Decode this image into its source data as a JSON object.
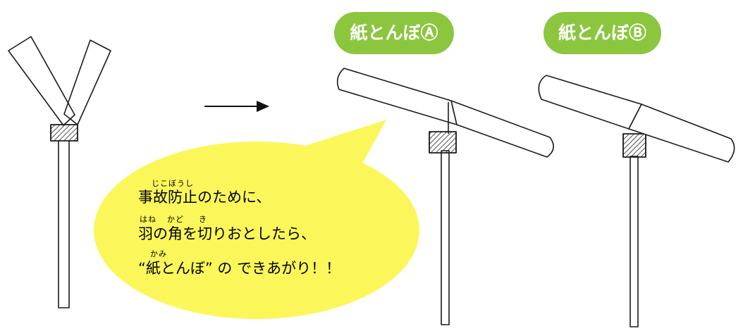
{
  "labels": {
    "dragonfly_a": "紙とんぼⒶ",
    "dragonfly_b": "紙とんぼⒷ"
  },
  "speech": {
    "line1_ruby": "じこぼうし",
    "line1": "事故防止のために、",
    "line2_ruby_1": "はね",
    "line2_ruby_2": "かど",
    "line2_ruby_3": "き",
    "line2": "羽の角を切りおとしたら、",
    "line3_ruby": "かみ",
    "line3": "“紙とんぼ” の できあがり！！"
  },
  "colors": {
    "pill_green": "#8cc63f",
    "bubble_yellow": "#fbf75a",
    "ink": "#1a1a1a"
  },
  "icons": [
    "arrow-right-icon",
    "hatched-block-icon"
  ]
}
